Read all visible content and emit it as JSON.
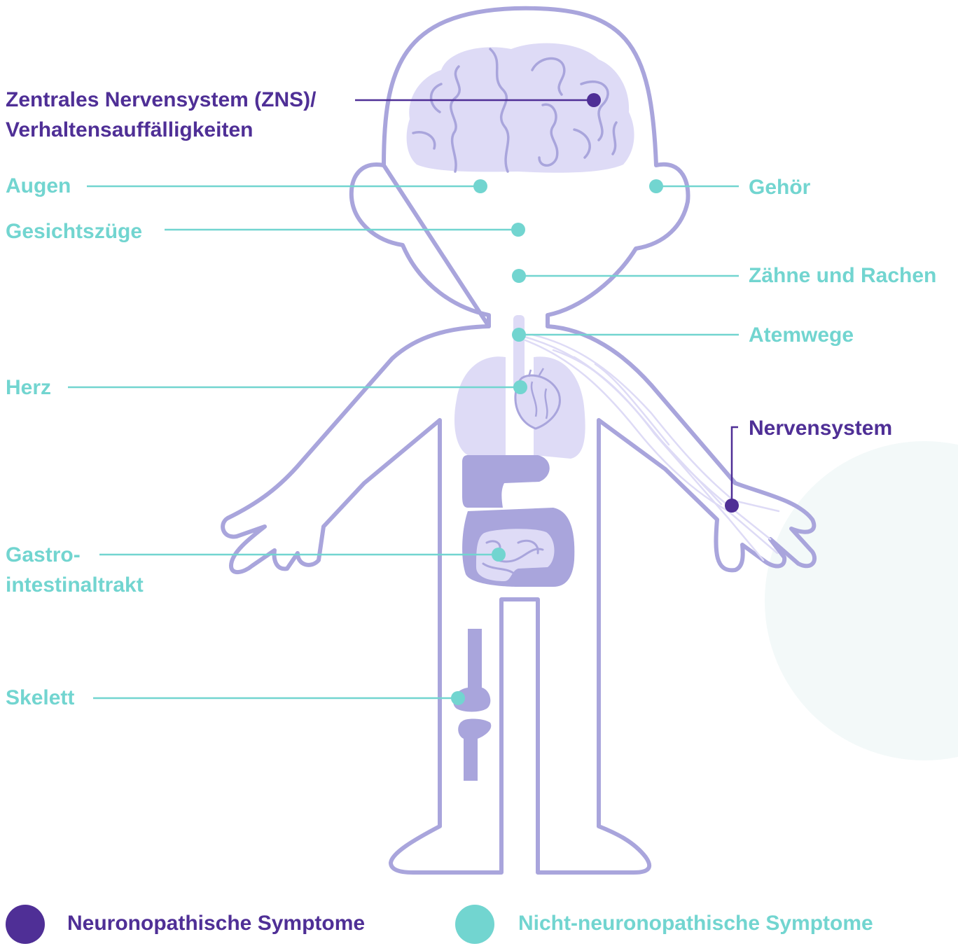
{
  "labels": {
    "zns_line1": "Zentrales Nervensystem (ZNS)/",
    "zns_line2": "Verhaltensauffälligkeiten",
    "augen": "Augen",
    "gesichtszuege": "Gesichtszüge",
    "herz": "Herz",
    "gastro_line1": "Gastro-",
    "gastro_line2": "intestinaltrakt",
    "skelett": "Skelett",
    "gehoer": "Gehör",
    "zaehne": "Zähne und Rachen",
    "atemwege": "Atemwege",
    "nervensystem": "Nervensystem"
  },
  "legend": {
    "neuro": "Neuronopathische Symptome",
    "nonneuro": "Nicht-neuronopathische Symptome"
  },
  "colors": {
    "neuro": "#4f2f96",
    "nonneuro": "#72d5d0",
    "outline": "#a9a5dc",
    "organ_light": "#dedbf6",
    "organ_dark": "#a9a5dc",
    "background_circle": "#f3f9f9"
  }
}
